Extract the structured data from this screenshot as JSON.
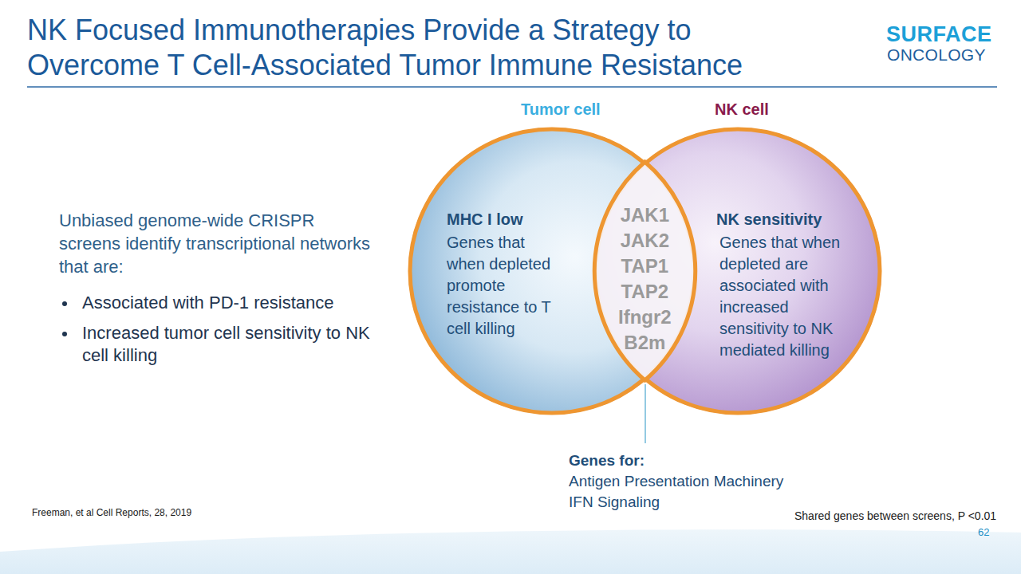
{
  "diagram": {
    "title": "NK Focused Immunotherapies Provide a Strategy to Overcome T Cell-Associated Tumor Immune Resistance",
    "nodes": [
      {
        "text": [
          "Tumor cell",
          "MHC I low",
          "Genes that when depleted promote resistance to T cell killing"
        ]
      },
      {
        "text": [
          "NK cell",
          "NK sensitivity",
          "Genes that when depleted are associated with increased sensitivity to NK mediated killing"
        ]
      },
      {
        "text": [
          "JAK1 JAK2 TAP1 TAP2 Ifngr2 B2m"
        ]
      }
    ],
    "labels": [
      "SURFACE",
      "ONCOLOGY",
      "Unbiased genome-wide CRISPR screens identify transcriptional networks that are:",
      "Associated with PD-1 resistance",
      "Increased tumor cell sensitivity to NK cell killing",
      "Genes for:",
      "Antigen Presentation Machinery",
      "IFN Signaling",
      "Freeman, et al Cell Reports, 28, 2019",
      "Shared genes between screens, P <0.01",
      "62"
    ]
  }
}
